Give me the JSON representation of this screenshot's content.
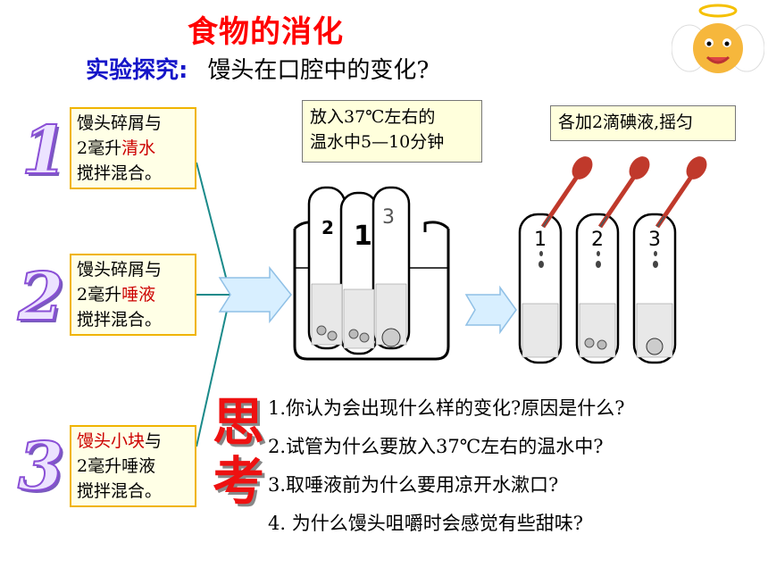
{
  "title": "食物的消化",
  "subtitle": {
    "label": "实验探究:",
    "question": "馒头在口腔中的变化?"
  },
  "steps": [
    {
      "number": "1",
      "lines": [
        "馒头碎屑与",
        "2毫升",
        "清水",
        "搅拌混合。"
      ]
    },
    {
      "number": "2",
      "lines": [
        "馒头碎屑与",
        "2毫升",
        "唾液",
        "搅拌混合。"
      ]
    },
    {
      "number": "3",
      "lines": [
        "馒头小块",
        "与",
        "2毫升唾液",
        "搅拌混合。"
      ]
    }
  ],
  "notes": {
    "warm_water": [
      "放入37℃左右的",
      "温水中5—10分钟"
    ],
    "iodine": "各加2滴碘液,摇匀"
  },
  "beaker_tube_labels": [
    "2",
    "1",
    "3"
  ],
  "right_tube_labels": [
    "1",
    "2",
    "3"
  ],
  "think": [
    "思",
    "考"
  ],
  "questions": [
    "1.你认为会出现什么样的变化?原因是什么?",
    "2.试管为什么要放入37℃左右的温水中?",
    "3.取唾液前为什么要用凉开水漱口?",
    "4. 为什么馒头咀嚼时会感觉有些甜味?"
  ],
  "colors": {
    "title": "#ff0000",
    "subtitle_label": "#1515c8",
    "highlight": "#cc0000",
    "box_border": "#f0b400",
    "arrow_fill": "#d8efff",
    "connector": "#1a8a8a"
  }
}
